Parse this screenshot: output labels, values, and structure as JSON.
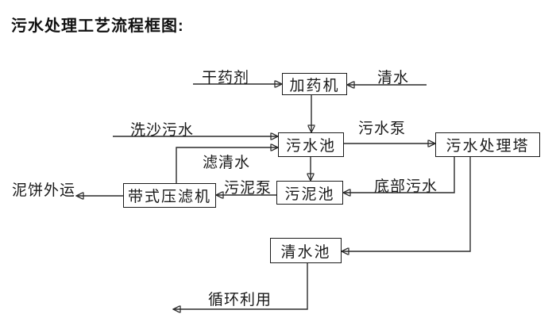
{
  "title": "污水处理工艺流程框图:",
  "nodes": {
    "dosing_machine": {
      "label": "加药机"
    },
    "sewage_pool": {
      "label": "污水池"
    },
    "treatment_tower": {
      "label": "污水处理塔"
    },
    "sludge_pool": {
      "label": "污泥池"
    },
    "belt_filter_press": {
      "label": "带式压滤机"
    },
    "clean_water_pool": {
      "label": "清水池"
    }
  },
  "flow_labels": {
    "dry_chemical": "干药剂",
    "clean_water": "清水",
    "sand_washing_sewage": "洗沙污水",
    "filtered_water": "滤清水",
    "sewage_pump": "污水泵",
    "sludge_pump": "污泥泵",
    "bottom_sewage": "底部污水",
    "mud_cake_out": "泥饼外运",
    "recycle_use": "循环利用"
  },
  "edges": [
    {
      "from": "dry_chemical_feed",
      "to": "dosing_machine",
      "label_key": "dry_chemical"
    },
    {
      "from": "clean_water_feed",
      "to": "dosing_machine",
      "label_key": "clean_water"
    },
    {
      "from": "dosing_machine",
      "to": "sewage_pool",
      "label_key": ""
    },
    {
      "from": "sand_washing_feed",
      "to": "sewage_pool",
      "label_key": "sand_washing_sewage"
    },
    {
      "from": "belt_filter_press",
      "to": "sewage_pool",
      "label_key": "filtered_water"
    },
    {
      "from": "sewage_pool",
      "to": "treatment_tower",
      "label_key": "sewage_pump"
    },
    {
      "from": "sewage_pool",
      "to": "sludge_pool",
      "label_key": ""
    },
    {
      "from": "sludge_pool",
      "to": "belt_filter_press",
      "label_key": "sludge_pump"
    },
    {
      "from": "belt_filter_press",
      "to": "mud_cake_outlet",
      "label_key": "mud_cake_out"
    },
    {
      "from": "treatment_tower",
      "to": "sludge_pool",
      "label_key": "bottom_sewage"
    },
    {
      "from": "treatment_tower",
      "to": "clean_water_pool",
      "label_key": ""
    },
    {
      "from": "clean_water_pool",
      "to": "recycle_outlet",
      "label_key": "recycle_use"
    }
  ],
  "colors": {
    "background": "#ffffff",
    "line": "#2a2a2a",
    "text": "#1a1a1a"
  }
}
